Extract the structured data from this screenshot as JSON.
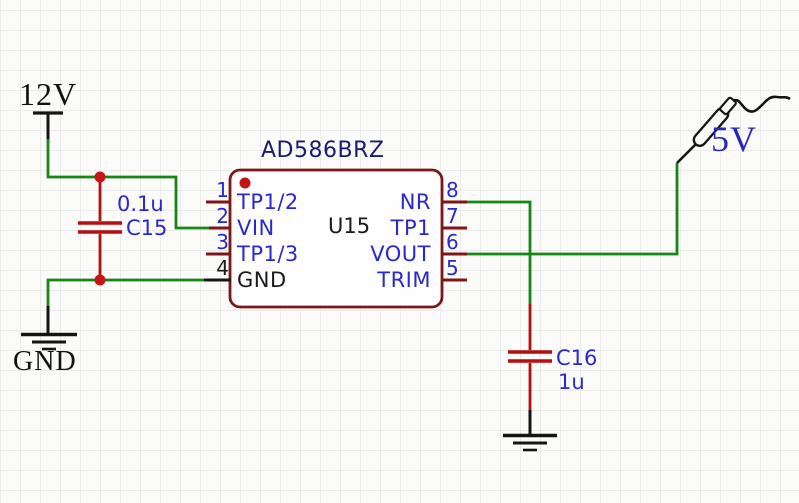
{
  "net_labels": {
    "supply": "12V",
    "ground": "GND",
    "output": "5V"
  },
  "ic": {
    "part_number": "AD586BRZ",
    "reference": "U15",
    "left_pins": [
      {
        "number": "1",
        "name": "TP1/2"
      },
      {
        "number": "2",
        "name": "VIN"
      },
      {
        "number": "3",
        "name": "TP1/3"
      },
      {
        "number": "4",
        "name": "GND"
      }
    ],
    "right_pins": [
      {
        "number": "8",
        "name": "NR"
      },
      {
        "number": "7",
        "name": "TP1"
      },
      {
        "number": "6",
        "name": "VOUT"
      },
      {
        "number": "5",
        "name": "TRIM"
      }
    ]
  },
  "capacitors": {
    "c15": {
      "reference": "C15",
      "value": "0.1u"
    },
    "c16": {
      "reference": "C16",
      "value": "1u"
    }
  },
  "colors": {
    "wire_green": "#168616",
    "component_outline": "#7d1616",
    "capacitor_red": "#b80d0d",
    "junction_red": "#c81414",
    "pin_text_blue": "#2929cc",
    "title_navy": "#1b1b6e",
    "label_black": "#121212",
    "output_label_blue": "#2828b8"
  }
}
